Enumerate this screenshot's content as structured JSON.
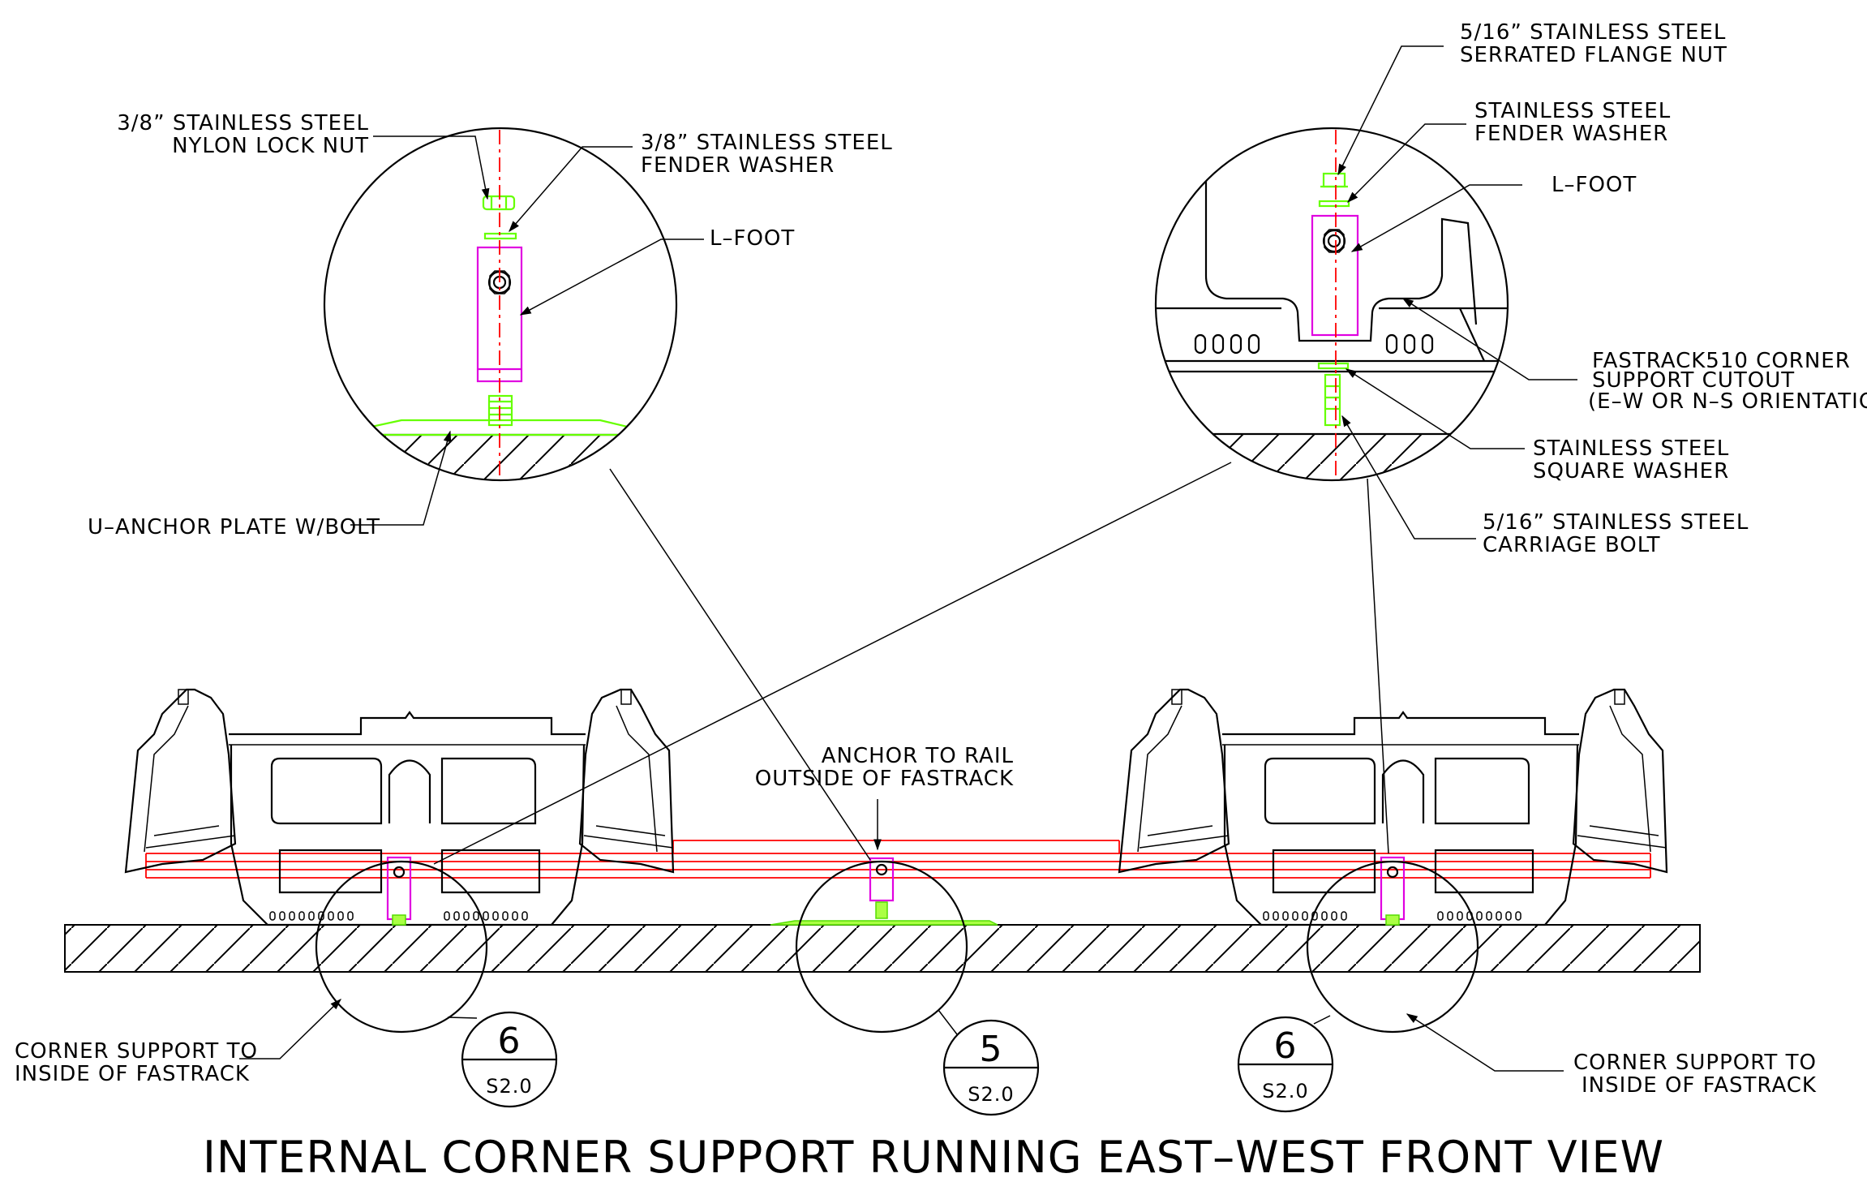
{
  "title": "INTERNAL CORNER SUPPORT RUNNING EAST–WEST FRONT VIEW",
  "labels": {
    "lock_nut_1": "3/8” STAINLESS STEEL",
    "lock_nut_2": "NYLON LOCK NUT",
    "fender_washer_38_1": "3/8” STAINLESS STEEL",
    "fender_washer_38_2": "FENDER WASHER",
    "lfoot_left": "L–FOOT",
    "u_anchor": "U–ANCHOR PLATE W/BOLT",
    "flange_nut_1": "5/16” STAINLESS STEEL",
    "flange_nut_2": "SERRATED FLANGE NUT",
    "fender_washer_ss_1": "STAINLESS STEEL",
    "fender_washer_ss_2": "FENDER WASHER",
    "lfoot_right": "L–FOOT",
    "cutout_1": "FASTRACK510 CORNER",
    "cutout_2": "SUPPORT CUTOUT",
    "cutout_3": "(E–W OR N–S ORIENTATION)",
    "square_washer_1": "STAINLESS STEEL",
    "square_washer_2": "SQUARE WASHER",
    "carriage_bolt_1": "5/16” STAINLESS STEEL",
    "carriage_bolt_2": "CARRIAGE BOLT",
    "anchor_rail_1": "ANCHOR TO RAIL",
    "anchor_rail_2": "OUTSIDE OF FASTRACK",
    "corner_left_1": "CORNER SUPPORT TO",
    "corner_left_2": "INSIDE OF FASTRACK",
    "corner_right_1": "CORNER SUPPORT TO",
    "corner_right_2": "INSIDE OF FASTRACK"
  },
  "detail_callouts": [
    {
      "detail": "6",
      "sheet": "S2.0"
    },
    {
      "detail": "5",
      "sheet": "S2.0"
    },
    {
      "detail": "6",
      "sheet": "S2.0"
    }
  ],
  "colors": {
    "l_foot": "#e000e0",
    "hardware": "#66ff00",
    "rail": "#ff0000",
    "linework": "#000000"
  }
}
